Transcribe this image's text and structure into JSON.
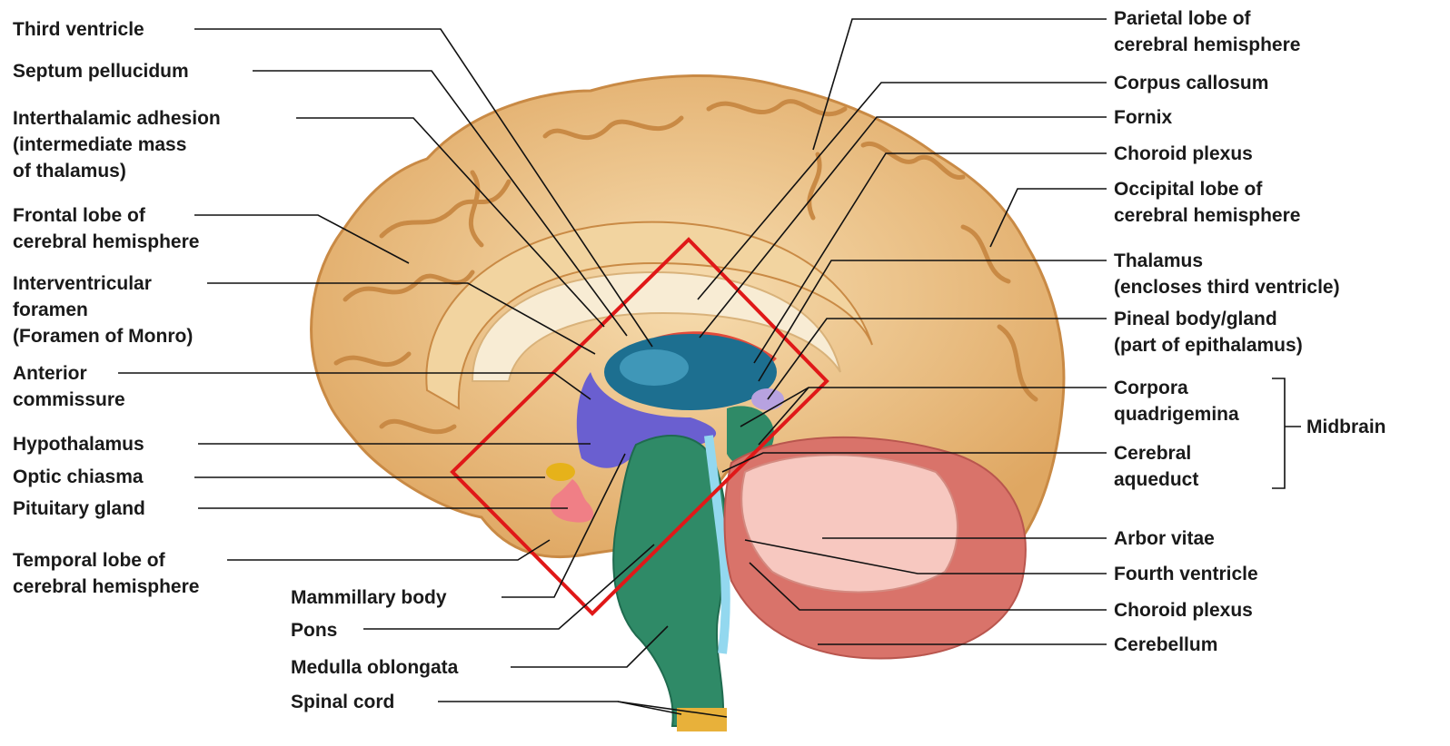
{
  "colors": {
    "cortex": "#e8b777",
    "cortex_light": "#f6dcaf",
    "sulcus": "#c98a45",
    "corpus_callosum": "#f8ecd4",
    "thalamus": "#1d6f90",
    "hypothalamus": "#6a5fd0",
    "ventricle": "#93d8ef",
    "brainstem": "#2f8a67",
    "cerebellum_outer": "#d9736a",
    "cerebellum_inner": "#f7c8c0",
    "pituitary": "#f07f86",
    "optic_chiasma": "#e6b21a",
    "choroid_plexus": "#e24a3a",
    "highlight_box": "#e01818"
  },
  "labels": {
    "left": [
      {
        "id": "third-ventricle",
        "lines": [
          "Third ventricle"
        ]
      },
      {
        "id": "septum-pellucidum",
        "lines": [
          "Septum pellucidum"
        ]
      },
      {
        "id": "interthalamic-adhesion",
        "lines": [
          "Interthalamic adhesion",
          "(intermediate mass",
          "of thalamus)"
        ]
      },
      {
        "id": "frontal-lobe",
        "lines": [
          "Frontal lobe of",
          "cerebral hemisphere"
        ]
      },
      {
        "id": "interventricular-foramen",
        "lines": [
          "Interventricular",
          "foramen",
          "(Foramen of Monro)"
        ]
      },
      {
        "id": "anterior-commissure",
        "lines": [
          "Anterior",
          "commissure"
        ]
      },
      {
        "id": "hypothalamus",
        "lines": [
          "Hypothalamus"
        ]
      },
      {
        "id": "optic-chiasma",
        "lines": [
          "Optic chiasma"
        ]
      },
      {
        "id": "pituitary-gland",
        "lines": [
          "Pituitary gland"
        ]
      },
      {
        "id": "temporal-lobe",
        "lines": [
          "Temporal lobe of",
          "cerebral hemisphere"
        ]
      }
    ],
    "bottom": [
      {
        "id": "mammillary-body",
        "lines": [
          "Mammillary body"
        ]
      },
      {
        "id": "pons",
        "lines": [
          "Pons"
        ]
      },
      {
        "id": "medulla-oblongata",
        "lines": [
          "Medulla oblongata"
        ]
      },
      {
        "id": "spinal-cord",
        "lines": [
          "Spinal cord"
        ]
      }
    ],
    "right": [
      {
        "id": "parietal-lobe",
        "lines": [
          "Parietal lobe of",
          "cerebral hemisphere"
        ]
      },
      {
        "id": "corpus-callosum",
        "lines": [
          "Corpus callosum"
        ]
      },
      {
        "id": "fornix",
        "lines": [
          "Fornix"
        ]
      },
      {
        "id": "choroid-plexus-upper",
        "lines": [
          "Choroid plexus"
        ]
      },
      {
        "id": "occipital-lobe",
        "lines": [
          "Occipital lobe of",
          "cerebral hemisphere"
        ]
      },
      {
        "id": "thalamus",
        "lines": [
          "Thalamus",
          "(encloses third ventricle)"
        ]
      },
      {
        "id": "pineal-body",
        "lines": [
          "Pineal body/gland",
          "(part of epithalamus)"
        ]
      },
      {
        "id": "corpora-quadrigemina",
        "lines": [
          "Corpora",
          "quadrigemina"
        ]
      },
      {
        "id": "cerebral-aqueduct",
        "lines": [
          "Cerebral",
          "aqueduct"
        ]
      },
      {
        "id": "arbor-vitae",
        "lines": [
          "Arbor vitae"
        ]
      },
      {
        "id": "fourth-ventricle",
        "lines": [
          "Fourth ventricle"
        ]
      },
      {
        "id": "choroid-plexus-lower",
        "lines": [
          "Choroid plexus"
        ]
      },
      {
        "id": "cerebellum",
        "lines": [
          "Cerebellum"
        ]
      }
    ],
    "group": {
      "id": "midbrain",
      "lines": [
        "Midbrain"
      ]
    }
  }
}
